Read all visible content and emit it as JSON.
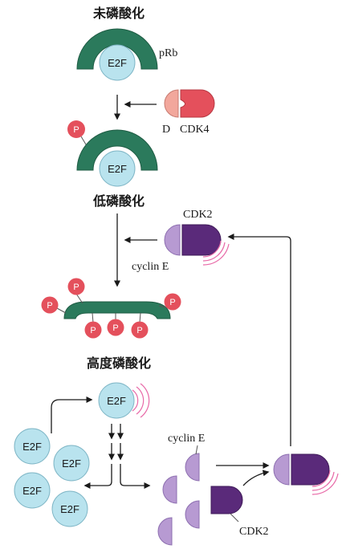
{
  "stages": {
    "unphosphorylated": "未磷酸化",
    "hypophosphorylated": "低磷酸化",
    "hyperphosphorylated": "高度磷酸化"
  },
  "labels": {
    "prb": "pRb",
    "d": "D",
    "cdk4": "CDK4",
    "cdk2_top": "CDK2",
    "cyclin_e_top": "cyclin E",
    "cyclin_e_bottom": "cyclin E",
    "cdk2_bottom": "CDK2"
  },
  "e2f": "E2F",
  "phospho": "P",
  "colors": {
    "prb": "#2b7a5c",
    "e2f": "#b9e3ee",
    "phospho": "#e4505c",
    "cyclin_d": "#f2a79c",
    "cdk4": "#e4505c",
    "cyclin_e": "#b79ad2",
    "cdk2": "#5a2a7a",
    "activity": "#e86aa8"
  }
}
